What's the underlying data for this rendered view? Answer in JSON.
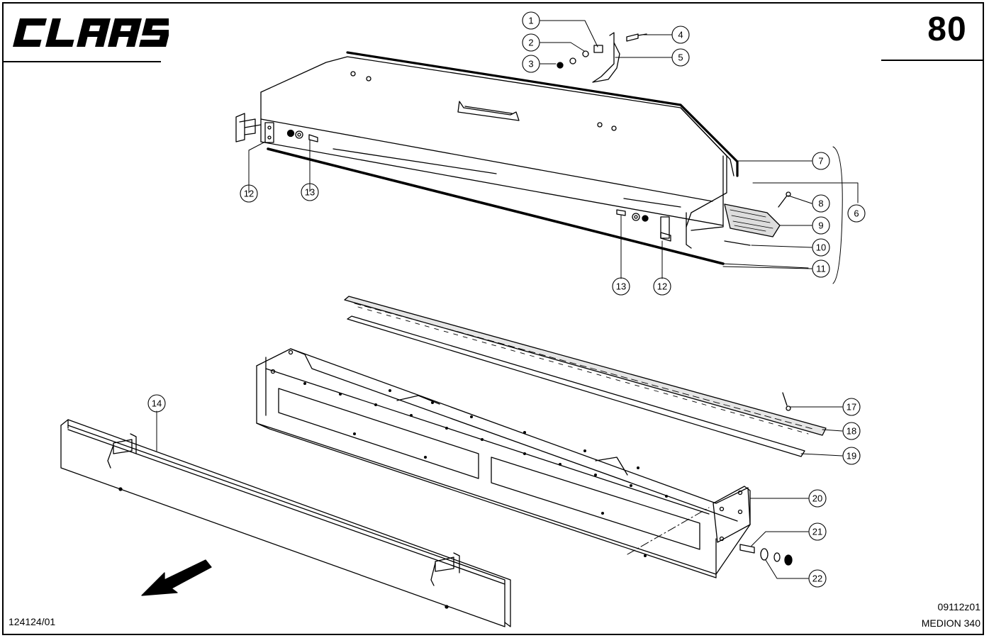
{
  "header": {
    "brand": "CLAAS",
    "page_number": "80"
  },
  "footer": {
    "left_code": "124124/01",
    "drawing_code": "09112z01",
    "model": "MEDION 340"
  },
  "callouts": [
    {
      "id": "c1",
      "label": "1"
    },
    {
      "id": "c2",
      "label": "2"
    },
    {
      "id": "c3",
      "label": "3"
    },
    {
      "id": "c4",
      "label": "4"
    },
    {
      "id": "c5",
      "label": "5"
    },
    {
      "id": "c6",
      "label": "6"
    },
    {
      "id": "c7",
      "label": "7"
    },
    {
      "id": "c8",
      "label": "8"
    },
    {
      "id": "c9",
      "label": "9"
    },
    {
      "id": "c10",
      "label": "10"
    },
    {
      "id": "c11",
      "label": "11"
    },
    {
      "id": "c12a",
      "label": "12"
    },
    {
      "id": "c13a",
      "label": "13"
    },
    {
      "id": "c13b",
      "label": "13"
    },
    {
      "id": "c12b",
      "label": "12"
    },
    {
      "id": "c14",
      "label": "14"
    },
    {
      "id": "c17",
      "label": "17"
    },
    {
      "id": "c18",
      "label": "18"
    },
    {
      "id": "c19",
      "label": "19"
    },
    {
      "id": "c20",
      "label": "20"
    },
    {
      "id": "c21",
      "label": "21"
    },
    {
      "id": "c22",
      "label": "22"
    }
  ],
  "colors": {
    "ink": "#000000",
    "paper": "#ffffff"
  }
}
